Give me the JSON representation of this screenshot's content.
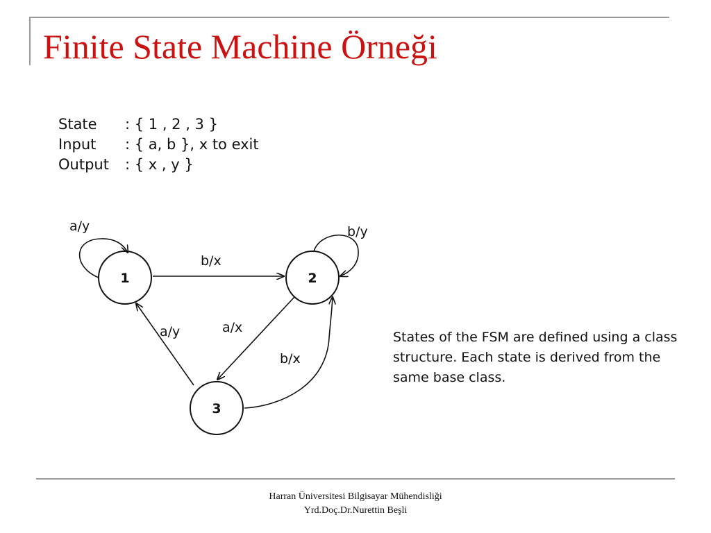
{
  "title": "Finite State Machine Örneği",
  "info": {
    "state_key": "State",
    "state_value": ": { 1 ,  2 , 3 }",
    "input_key": "Input",
    "input_value": ": { a, b },  x to exit",
    "output_key": "Output",
    "output_value": ": { x , y }"
  },
  "diagram": {
    "states": [
      "1",
      "2",
      "3"
    ],
    "transitions": [
      {
        "from": "1",
        "to": "1",
        "label": "a/y"
      },
      {
        "from": "1",
        "to": "2",
        "label": "b/x"
      },
      {
        "from": "2",
        "to": "2",
        "label": "b/y"
      },
      {
        "from": "2",
        "to": "3",
        "label": "a/x"
      },
      {
        "from": "3",
        "to": "2",
        "label": "b/x"
      },
      {
        "from": "3",
        "to": "1",
        "label": "a/y"
      }
    ]
  },
  "description": "States of the FSM are defined using a class structure. Each state is derived from the same base class.",
  "footer": {
    "line1": "Harran Üniversitesi Bilgisayar Mühendisliği",
    "line2": "Yrd.Doç.Dr.Nurettin Beşli"
  },
  "colors": {
    "title": "#cc1111",
    "rule": "#9a9a9a",
    "ink": "#111111"
  }
}
